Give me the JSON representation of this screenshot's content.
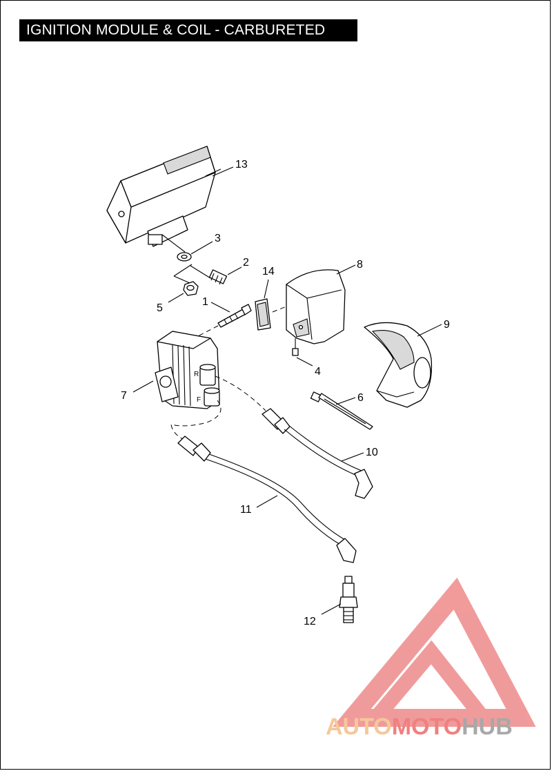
{
  "title": "IGNITION MODULE & COIL - CARBURETED",
  "callouts": {
    "c1": "1",
    "c2": "2",
    "c3": "3",
    "c4": "4",
    "c5": "5",
    "c6": "6",
    "c7": "7",
    "c8": "8",
    "c9": "9",
    "c10": "10",
    "c11": "11",
    "c12": "12",
    "c13": "13",
    "c14": "14"
  },
  "coil_terminal_labels": {
    "rear": "R",
    "front": "F"
  },
  "watermark": {
    "part1": "AUTO",
    "part2": "MOTO",
    "part3": "HUB",
    "colors": {
      "auto": "#f5c89a",
      "moto": "#f08080",
      "hub": "#a8a8a8",
      "logo": "#ee8a8a"
    }
  }
}
